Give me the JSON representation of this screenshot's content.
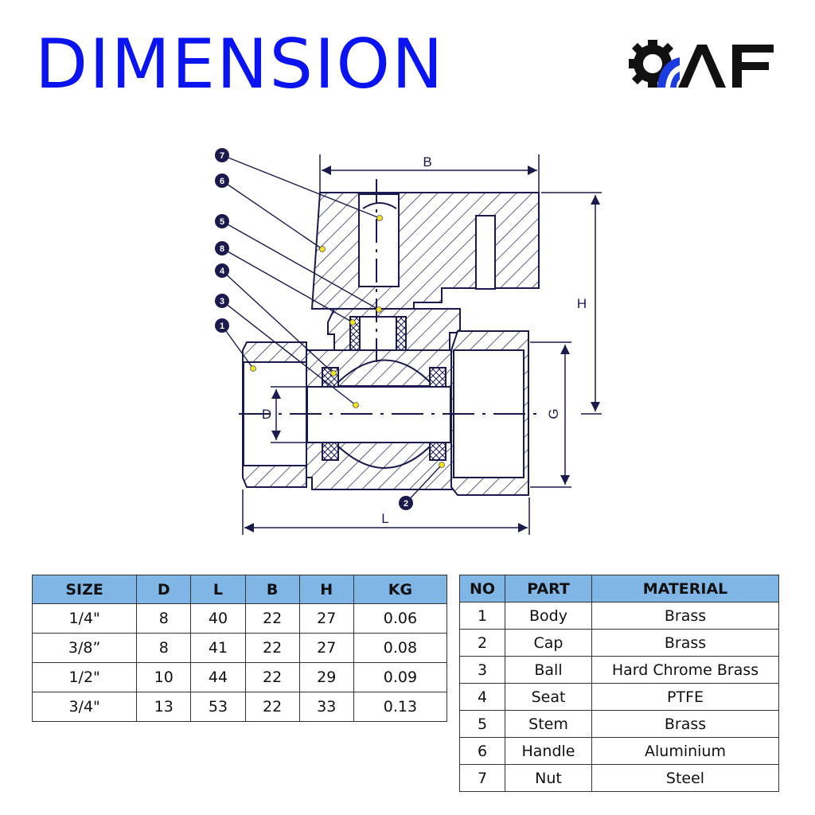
{
  "title": "DIMENSION",
  "logo": {
    "text": "AF",
    "accent": "#1a3ce0"
  },
  "drawing": {
    "dimension_labels": {
      "B": "B",
      "H": "H",
      "G": "G",
      "L": "L",
      "D": "D"
    },
    "callouts": [
      "1",
      "2",
      "3",
      "4",
      "5",
      "6",
      "7",
      "8"
    ],
    "line_color": "#1a1a4e",
    "dot_color": "#f0e020"
  },
  "size_table": {
    "headers": [
      "SIZE",
      "D",
      "L",
      "B",
      "H",
      "KG"
    ],
    "rows": [
      [
        "1/4\"",
        "8",
        "40",
        "22",
        "27",
        "0.06"
      ],
      [
        "3/8”",
        "8",
        "41",
        "22",
        "27",
        "0.08"
      ],
      [
        "1/2\"",
        "10",
        "44",
        "22",
        "29",
        "0.09"
      ],
      [
        "3/4\"",
        "13",
        "53",
        "22",
        "33",
        "0.13"
      ]
    ]
  },
  "parts_table": {
    "headers": [
      "NO",
      "PART",
      "MATERIAL"
    ],
    "rows": [
      [
        "1",
        "Body",
        "Brass"
      ],
      [
        "2",
        "Cap",
        "Brass"
      ],
      [
        "3",
        "Ball",
        "Hard Chrome Brass"
      ],
      [
        "4",
        "Seat",
        "PTFE"
      ],
      [
        "5",
        "Stem",
        "Brass"
      ],
      [
        "6",
        "Handle",
        "Aluminium"
      ],
      [
        "7",
        "Nut",
        "Steel"
      ]
    ]
  }
}
